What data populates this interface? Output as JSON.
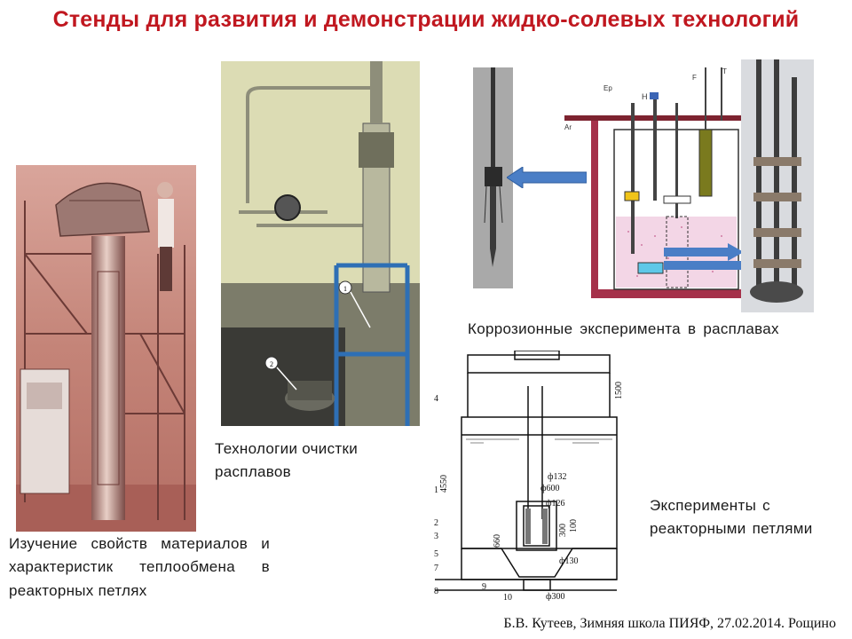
{
  "slide": {
    "title": "Стенды для развития и демонстрации жидко-солевых технологий",
    "footer": "Б.В. Кутеев, Зимняя школа ПИЯФ, 27.02.2014. Рощино"
  },
  "captions": {
    "loops": "Изучение свойств материалов и характеристик теплообмена в реакторных петлях",
    "purification": "Технологии очистки расплавов",
    "corrosion": "Коррозионные эксперимента в расплавах",
    "reactor": "Эксперименты с реакторными петлями"
  },
  "schematic_labels": {
    "ep": "Ep",
    "h": "H",
    "f": "F",
    "t": "T",
    "ar": "Ar"
  },
  "photo_labels": {
    "one": "1",
    "two": "2"
  },
  "drawing_labels": {
    "d1500": "1500",
    "d4550": "4550",
    "d660": "660",
    "d300v": "300",
    "d100": "100",
    "phi132": "ф132",
    "phi600": "ф600",
    "phi126": "ф126",
    "phi130": "ф130",
    "phi300": "ф300",
    "n1": "1",
    "n2": "2",
    "n3": "3",
    "n4": "4",
    "n5": "5",
    "n7": "7",
    "n8": "8",
    "n9": "9",
    "n10": "10"
  }
}
